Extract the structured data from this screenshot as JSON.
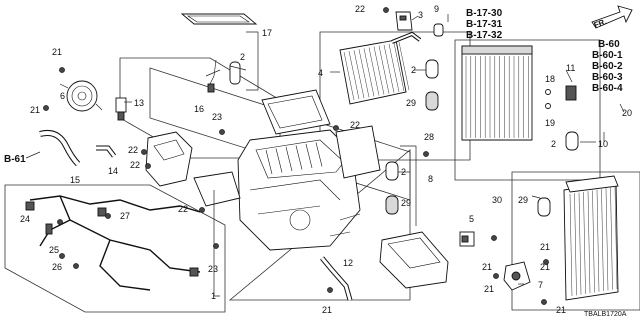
{
  "callouts": {
    "c1": "1",
    "c2a": "2",
    "c2b": "2",
    "c2c": "2",
    "c2d": "2",
    "c3": "3",
    "c4": "4",
    "c5": "5",
    "c6": "6",
    "c7": "7",
    "c8": "8",
    "c9": "9",
    "c10": "10",
    "c11": "11",
    "c12": "12",
    "c13": "13",
    "c14": "14",
    "c15": "15",
    "c16": "16",
    "c17": "17",
    "c18": "18",
    "c19": "19",
    "c20": "20",
    "c21a": "21",
    "c21b": "21",
    "c21c": "21",
    "c21d": "21",
    "c21e": "21",
    "c21f": "21",
    "c21g": "21",
    "c21h": "21",
    "c22a": "22",
    "c22b": "22",
    "c22c": "22",
    "c22d": "22",
    "c22e": "22",
    "c23a": "23",
    "c23b": "23",
    "c24": "24",
    "c25": "25",
    "c26": "26",
    "c27": "27",
    "c28": "28",
    "c29a": "29",
    "c29b": "29",
    "c29c": "29",
    "c30": "30"
  },
  "refs": {
    "b1730": "B-17-30",
    "b1731": "B-17-31",
    "b1732": "B-17-32",
    "b60": "B-60",
    "b601": "B-60-1",
    "b602": "B-60-2",
    "b603": "B-60-3",
    "b604": "B-60-4",
    "b61": "B-61"
  },
  "direction_label": "FR.",
  "diagram_code": "TBALB1720A"
}
